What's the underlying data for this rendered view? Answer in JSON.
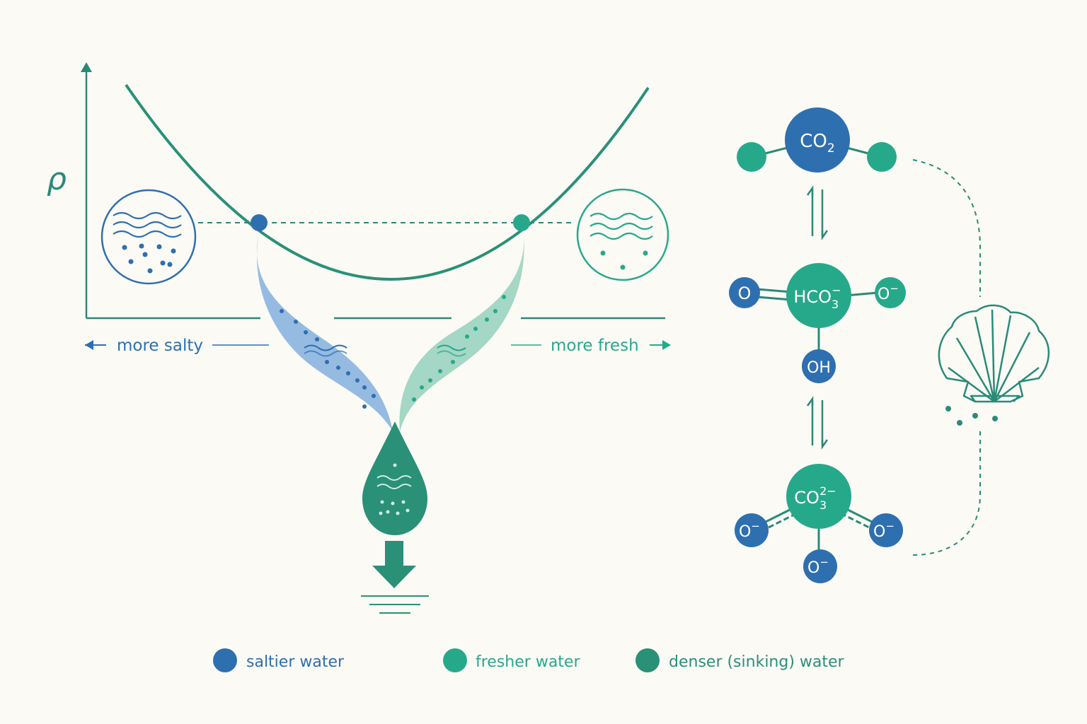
{
  "colors": {
    "salty": "#2e6fb0",
    "fresh": "#26a98a",
    "dense": "#2a9078",
    "line": "#2a8a78",
    "salty_fill": "#8fb7e0",
    "fresh_fill": "#9fd5c2",
    "background": "#fbfaf5"
  },
  "graph": {
    "y_axis_symbol": "ρ",
    "left_label": "more salty",
    "right_label": "more fresh",
    "left_arrow_icon": "arrow-left-icon",
    "right_arrow_icon": "arrow-right-icon",
    "salty_sample_icon": "salty-water-icon",
    "fresh_sample_icon": "fresh-water-icon",
    "mixed_drop_icon": "water-drop-icon",
    "sink_icon": "sink-arrow-icon"
  },
  "chemistry": {
    "co2": {
      "main": "CO",
      "sub": "2"
    },
    "bicarbonate": {
      "main": "HCO",
      "sub": "3",
      "sup": "−"
    },
    "carbonate": {
      "main": "CO",
      "sub": "3",
      "sup": "2−"
    },
    "oxygen": "O",
    "oxide": {
      "main": "O",
      "sup": "−"
    },
    "hydroxyl": "OH",
    "equilibrium_icon": "equilibrium-arrows-icon",
    "shell_icon": "seashell-icon"
  },
  "legend": [
    {
      "label": "saltier water",
      "color": "#2e6fb0"
    },
    {
      "label": "fresher water",
      "color": "#26a98a"
    },
    {
      "label": "denser (sinking) water",
      "color": "#2a9078"
    }
  ]
}
